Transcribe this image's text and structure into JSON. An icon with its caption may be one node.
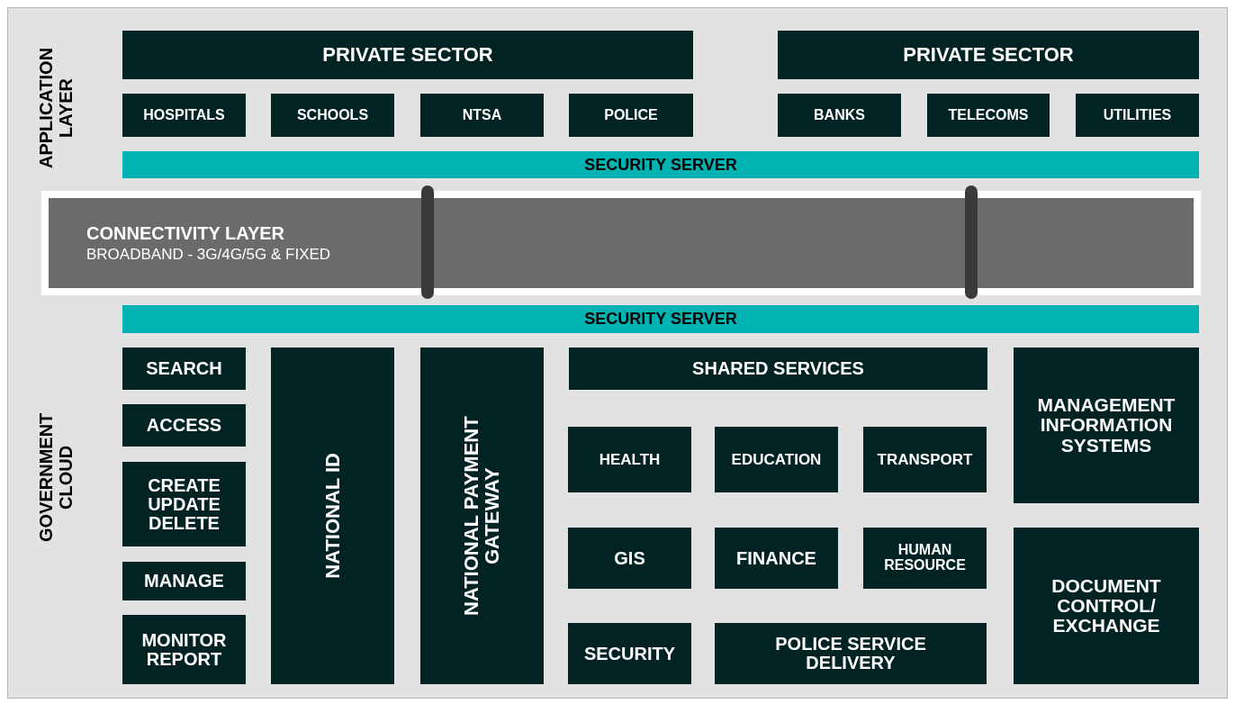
{
  "diagram": {
    "nodes": [
      {
        "text": [
          "PRIVATE SECTOR"
        ]
      },
      {
        "text": [
          "PRIVATE SECTOR"
        ]
      },
      {
        "text": [
          "HOSPITALS"
        ]
      },
      {
        "text": [
          "SCHOOLS"
        ]
      },
      {
        "text": [
          "NTSA"
        ]
      },
      {
        "text": [
          "POLICE"
        ]
      },
      {
        "text": [
          "BANKS"
        ]
      },
      {
        "text": [
          "TELECOMS"
        ]
      },
      {
        "text": [
          "UTILITIES"
        ]
      },
      {
        "text": [
          "SECURITY SERVER"
        ]
      },
      {
        "text": [
          "CONNECTIVITY LAYER",
          "BROADBAND - 3G/4G/5G & FIXED"
        ]
      },
      {
        "text": [
          "SECURITY SERVER"
        ]
      },
      {
        "text": [
          "SEARCH"
        ]
      },
      {
        "text": [
          "ACCESS"
        ]
      },
      {
        "text": [
          "CREATE UPDATE DELETE"
        ]
      },
      {
        "text": [
          "MANAGE"
        ]
      },
      {
        "text": [
          "MONITOR REPORT"
        ]
      },
      {
        "text": [
          "NATIONAL ID"
        ]
      },
      {
        "text": [
          "NATIONAL PAYMENT GATEWAY"
        ]
      },
      {
        "text": [
          "SHARED SERVICES"
        ]
      },
      {
        "text": [
          "HEALTH"
        ]
      },
      {
        "text": [
          "EDUCATION"
        ]
      },
      {
        "text": [
          "TRANSPORT"
        ]
      },
      {
        "text": [
          "GIS"
        ]
      },
      {
        "text": [
          "FINANCE"
        ]
      },
      {
        "text": [
          "HUMAN RESOURCE"
        ]
      },
      {
        "text": [
          "SECURITY"
        ]
      },
      {
        "text": [
          "POLICE SERVICE DELIVERY"
        ]
      },
      {
        "text": [
          "MANAGEMENT INFORMATION SYSTEMS"
        ]
      },
      {
        "text": [
          "DOCUMENT CONTROL/ EXCHANGE"
        ]
      }
    ],
    "labels": [
      "APPLICATION LAYER",
      "GOVERNMENT CLOUD"
    ]
  }
}
